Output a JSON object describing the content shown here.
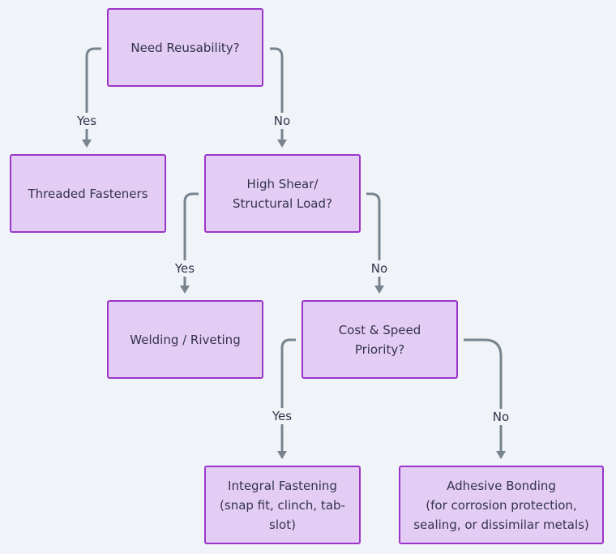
{
  "nodes": {
    "n1": "Need Reusability?",
    "n2": "Threaded Fasteners",
    "n3": "High Shear/\nStructural Load?",
    "n4": "Welding / Riveting",
    "n5": "Cost & Speed\nPriority?",
    "n6": "Integral Fastening\n(snap fit, clinch, tab-\nslot)",
    "n7": "Adhesive Bonding\n(for corrosion protection,\nsealing, or dissimilar metals)"
  },
  "edges": {
    "e1": "Yes",
    "e2": "No",
    "e3": "Yes",
    "e4": "No",
    "e5": "Yes",
    "e6": "No"
  },
  "colors": {
    "node_fill": "#e4cdf4",
    "node_border": "#9b35c9",
    "edge": "#77848f",
    "background": "#f0f3f7"
  }
}
